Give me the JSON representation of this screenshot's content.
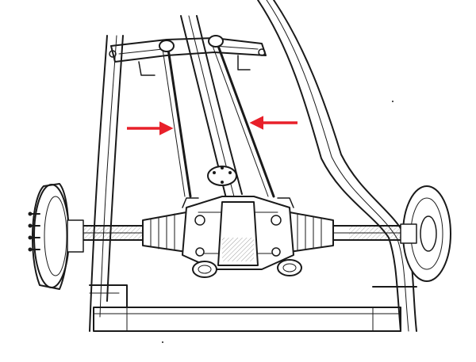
{
  "diagram": {
    "subject": "rear-axle-assembly-line-drawing",
    "style": "black-and-white-technical-illustration",
    "colors": {
      "ink": "#1a1a1a",
      "background": "#ffffff",
      "arrow": "#e8202a"
    },
    "arrows": [
      {
        "name": "left-red-arrow",
        "direction": "pointing-right"
      },
      {
        "name": "right-red-arrow",
        "direction": "pointing-left"
      }
    ]
  }
}
